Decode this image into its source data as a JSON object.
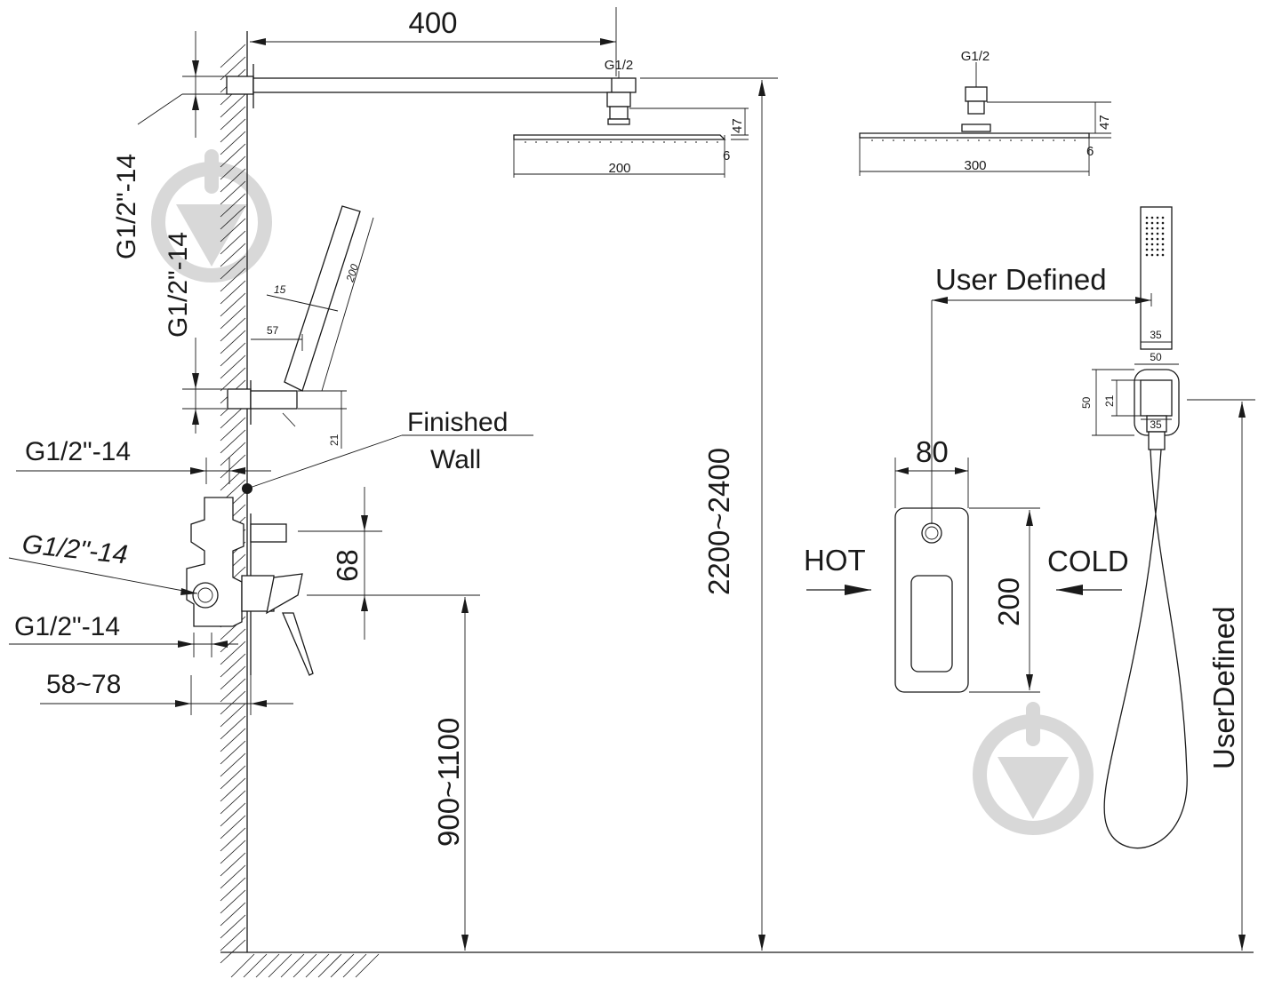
{
  "labels": {
    "arm_length": "400",
    "g12_top_right": "G1/2",
    "g12_top_left": "G1/2",
    "head_h1": "47",
    "head_h1_right": "47",
    "head_t1": "6",
    "head_t1_right": "6",
    "head_w1": "200",
    "head_w2": "300",
    "thread_a": "G1/2\"-14",
    "thread_b": "G1/2\"-14",
    "thread_c": "G1/2\"-14",
    "thread_d": "G1/2\"-14",
    "thread_e": "G1/2\"-14",
    "hand_len": "200",
    "hand_angle": "15",
    "hand_offset": "57",
    "outlet_h": "21",
    "finished_wall_1": "Finished",
    "finished_wall_2": "Wall",
    "dim_68": "68",
    "dim_58_78": "58~78",
    "dim_900_1100": "900~1100",
    "dim_2200_2400": "2200~2400",
    "user_defined": "User Defined",
    "plate_w": "80",
    "plate_h": "200",
    "hot": "HOT",
    "cold": "COLD",
    "user_defined_v": "UserDefined",
    "holder_35a": "35",
    "holder_50a": "50",
    "holder_50b": "50",
    "holder_21": "21",
    "holder_35b": "35"
  }
}
